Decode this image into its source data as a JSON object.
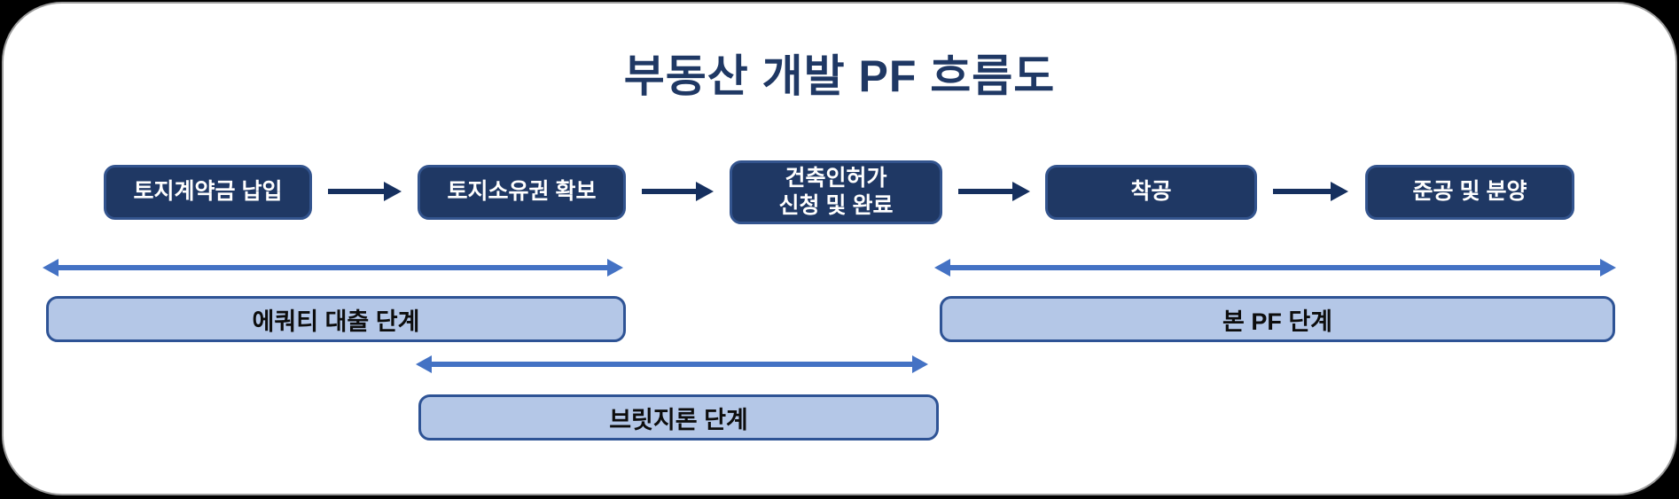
{
  "title": "부동산 개발 PF 흐름도",
  "colors": {
    "box_fill": "#1F3864",
    "box_border": "#33548E",
    "connector_arrow": "#16305F",
    "range_arrow": "#4472C4",
    "stage_fill": "#B4C7E7",
    "stage_border": "#2E5395",
    "title_text": "#1F3864",
    "card_background": "#FFFFFF",
    "page_background": "#000000"
  },
  "flow": {
    "steps": [
      {
        "label": "토지계약금 납입"
      },
      {
        "label": "토지소유권 확보"
      },
      {
        "label": "건축인허가\n신청 및 완료"
      },
      {
        "label": "착공"
      },
      {
        "label": "준공 및 분양"
      }
    ]
  },
  "stages": [
    {
      "label": "에쿼티 대출 단계"
    },
    {
      "label": "본 PF 단계"
    },
    {
      "label": "브릿지론 단계"
    }
  ]
}
